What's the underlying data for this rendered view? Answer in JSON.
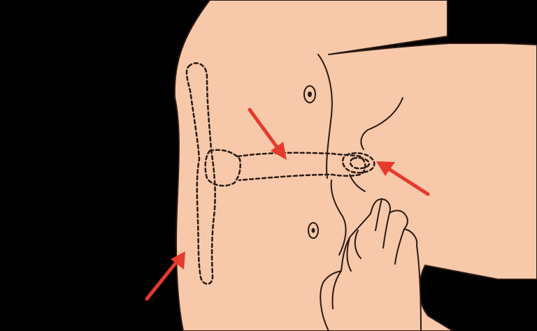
{
  "colors": {
    "background": "#000000",
    "skin": "#F7C8A9",
    "outline": "#2A1A14",
    "dashed_outline": "#2A1A14",
    "arrow": "#E53A2C"
  },
  "parts": {
    "body": {
      "icon": "torso-silhouette"
    },
    "nipples": {
      "icon": "nipple-circle",
      "count": 2
    },
    "internal_organ": {
      "icon": "dashed-internal-organ-outline"
    },
    "external_orifice": {
      "icon": "dashed-concentric-oval"
    },
    "hand": {
      "icon": "palpating-hand"
    },
    "arrows": {
      "icon": "red-arrow",
      "count": 3
    }
  }
}
